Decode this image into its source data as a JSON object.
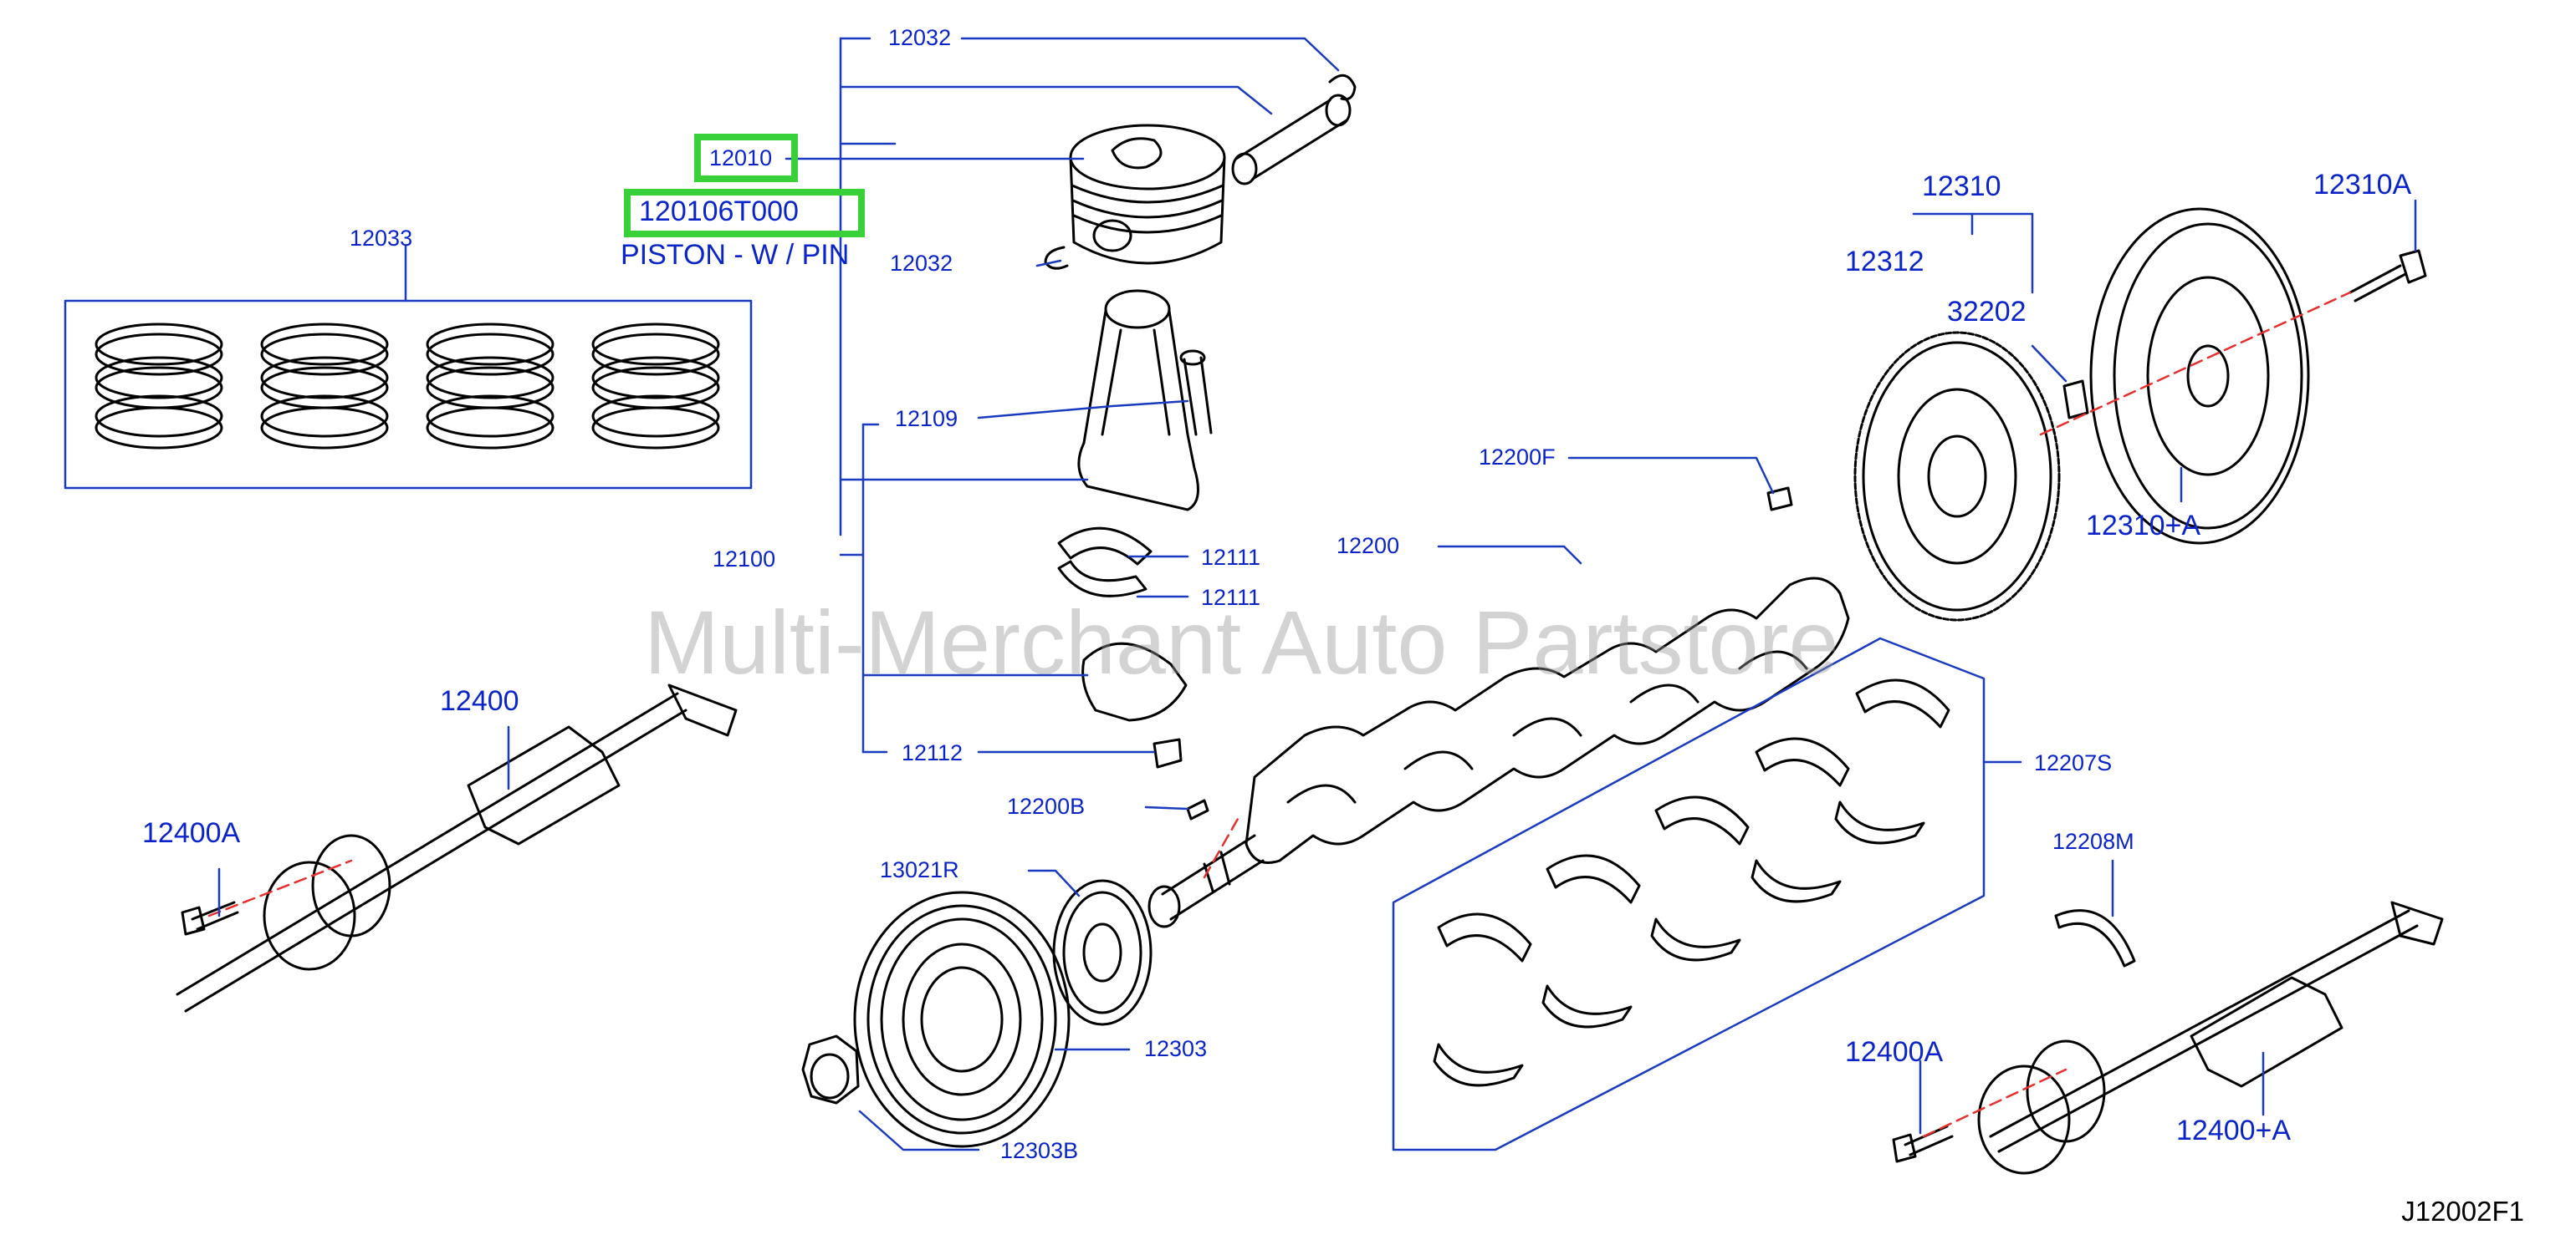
{
  "diagram": {
    "watermark": "Multi-Merchant Auto Partstore",
    "diagram_id": "J12002F1",
    "highlight_color": "#39d13a",
    "label_color": "#0b24c9",
    "labels": {
      "p12032_top": "12032",
      "p12010": "12010",
      "p120106T000": "120106T000",
      "piston_w_pin": "PISTON - W / PIN",
      "p12032_clip": "12032",
      "p12033": "12033",
      "p12109": "12109",
      "p12100": "12100",
      "p12111_a": "12111",
      "p12111_b": "12111",
      "p12112": "12112",
      "p12200F": "12200F",
      "p12200": "12200",
      "p12200B": "12200B",
      "p13021R": "13021R",
      "p12303": "12303",
      "p12303B": "12303B",
      "p12207S": "12207S",
      "p12208M": "12208M",
      "p12310": "12310",
      "p12312": "12312",
      "p32202": "32202",
      "p12310A": "12310A",
      "p12310A_plus": "12310+A",
      "p12400": "12400",
      "p12400A_left": "12400A",
      "p12400A_right": "12400A",
      "p12400A_plus": "12400+A"
    }
  }
}
